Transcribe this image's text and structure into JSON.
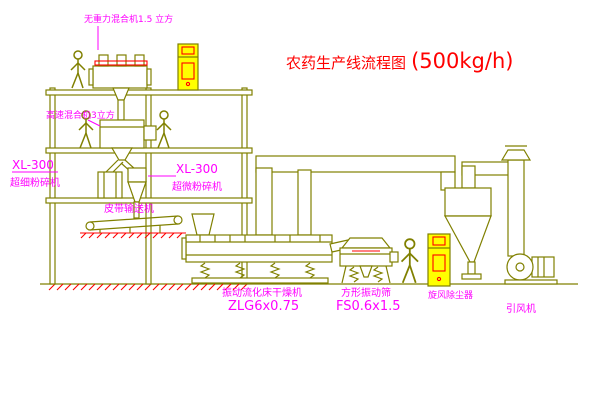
{
  "title": {
    "prefix": "农药生产线流程图",
    "capacity": "(500kg/h)"
  },
  "labels": {
    "gravity_mixer": "无重力混合机1.5 立方",
    "high_speed_mixer": "高速混合机3立方",
    "mill_left_model": "XL-300",
    "mill_left_name": "超细粉碎机",
    "mill_center_model": "XL-300",
    "mill_center_name": "超微粉碎机",
    "belt_conveyor": "皮带输送机",
    "fluid_bed_dryer": "振动流化床干燥机",
    "fluid_bed_dryer_model": "ZLG6x0.75",
    "vibrating_screen": "方形振动筛",
    "vibrating_screen_model": "FS0.6x1.5",
    "cyclone": "旋风除尘器",
    "induced_draft_fan": "引风机"
  },
  "colors": {
    "line": "#808000",
    "label": "#ff00ff",
    "title": "#ff0000",
    "panel_fill": "#ffff00",
    "accent": "#ff0000",
    "background": "#ffffff"
  }
}
